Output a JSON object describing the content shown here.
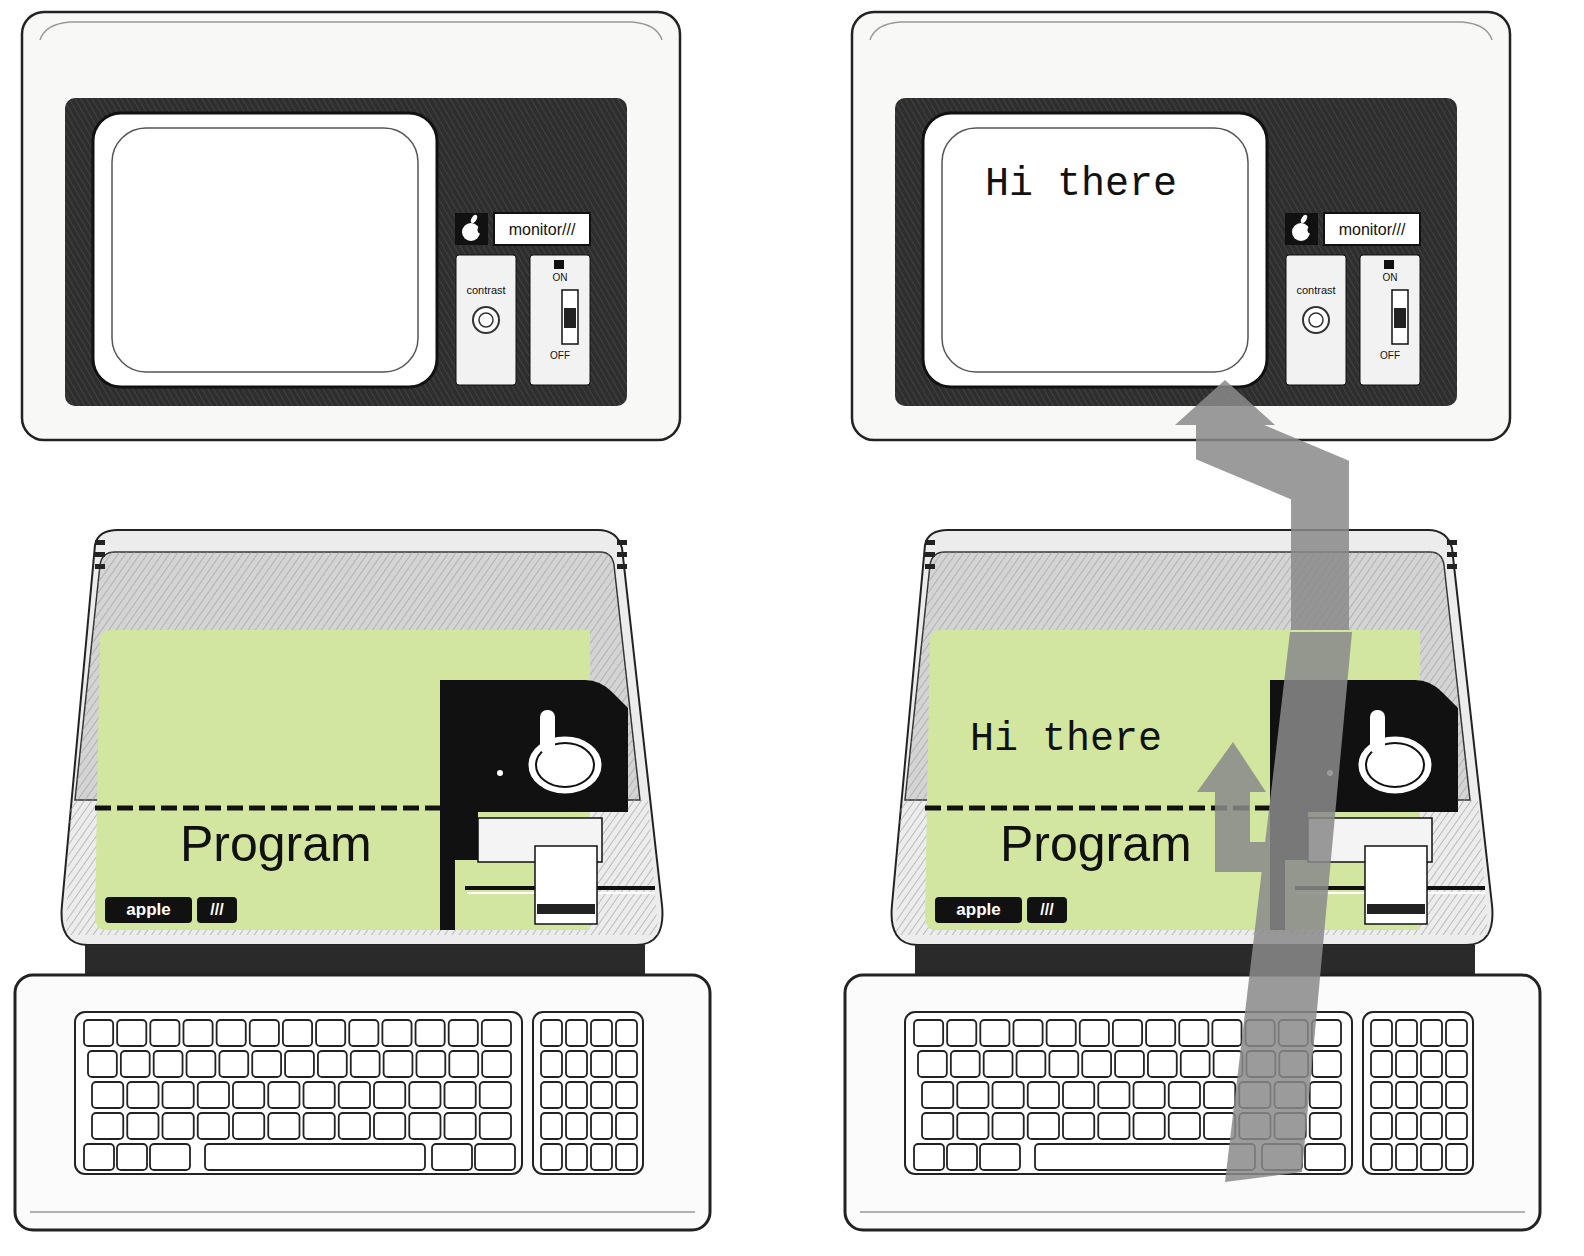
{
  "diagram": {
    "nodes": [
      {
        "text": [
          "Program"
        ]
      },
      {
        "text": [
          "Hi there",
          "Program"
        ]
      },
      {
        "text": [
          "Hi there"
        ]
      }
    ],
    "edges": [
      {
        "from": 1,
        "to": 2,
        "arrow": "to"
      }
    ],
    "labels": [
      "monitor///",
      "contrast",
      "ON",
      "OFF",
      "monitor///",
      "contrast",
      "ON",
      "OFF",
      "apple",
      "///",
      "apple",
      "///"
    ]
  }
}
